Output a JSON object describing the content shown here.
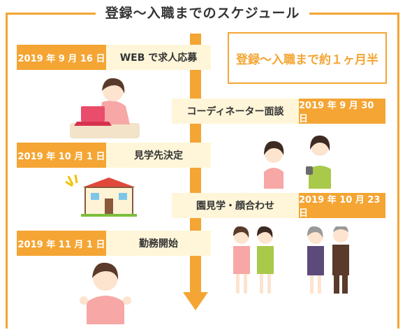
{
  "title": "登録～入職までのスケジュール",
  "summary": "登録～入職まで約１ヶ月半",
  "steps": [
    {
      "date": "2019 年 9 月 16 日",
      "label": "WEB で求人応募"
    },
    {
      "date": "2019 年 9 月 30 日",
      "label": "コーディネーター面談"
    },
    {
      "date": "2019 年 10 月 1 日",
      "label": "見学先決定"
    },
    {
      "date": "2019 年 10 月 23 日",
      "label": "園見学・顔合わせ"
    },
    {
      "date": "2019 年 11 月 1 日",
      "label": "勤務開始"
    }
  ],
  "colors": {
    "accent": "#f4a533",
    "label_bg": "#fff6d9"
  }
}
